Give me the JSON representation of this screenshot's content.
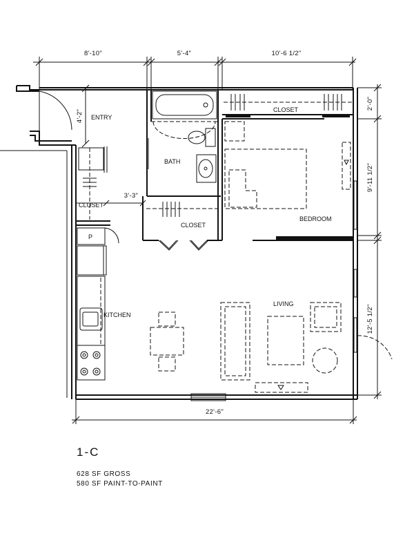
{
  "unit": {
    "name": "1-C",
    "gross": "628 SF GROSS",
    "paint": "580 SF PAINT-TO-PAINT"
  },
  "rooms": {
    "entry": "ENTRY",
    "bath": "BATH",
    "closet_top": "CLOSET",
    "closet_left": "CLOSET",
    "closet_mid": "CLOSET",
    "bedroom": "BEDROOM",
    "living": "LIVING",
    "kitchen": "KITCHEN",
    "pantry": "P"
  },
  "dimensions": {
    "top_1": "8'-10\"",
    "top_2": "5'-4\"",
    "top_3": "10'-6 1/2\"",
    "entry_depth": "4'-2\"",
    "closet_width": "3'-3\"",
    "right_1": "2'-0\"",
    "right_2": "9'-11 1/2\"",
    "right_3": "12'-5 1/2\"",
    "bottom": "22'-6\""
  }
}
